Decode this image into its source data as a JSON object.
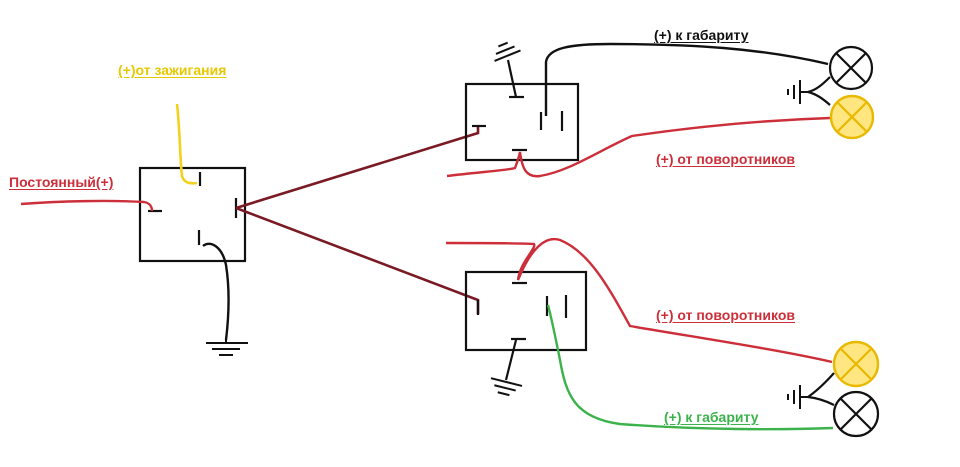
{
  "labels": {
    "ignition": "(+)от зажигания",
    "constant": "Постоянный(+)",
    "gabarit_top": "(+) к габариту",
    "turn_top": "(+) от поворотников",
    "turn_bottom": "(+) от поворотников",
    "gabarit_bottom": "(+) к габариту"
  },
  "colors": {
    "black": "#111111",
    "red": "#cc2f3a",
    "dark_red": "#7a1a24",
    "yellow": "#f2d21e",
    "yellow_label": "#e8c800",
    "green": "#3cb24a",
    "lamp_yellow_fill": "#ffe680",
    "lamp_yellow_stroke": "#e9b800"
  },
  "components": {
    "main_relay": "relay",
    "upper_relay": "relay",
    "lower_relay": "relay",
    "lamps": [
      "lamp-black",
      "lamp-yellow",
      "lamp-yellow",
      "lamp-black"
    ],
    "grounds": [
      "ground-icon",
      "ground-icon",
      "ground-icon",
      "ground-icon",
      "ground-icon"
    ]
  }
}
